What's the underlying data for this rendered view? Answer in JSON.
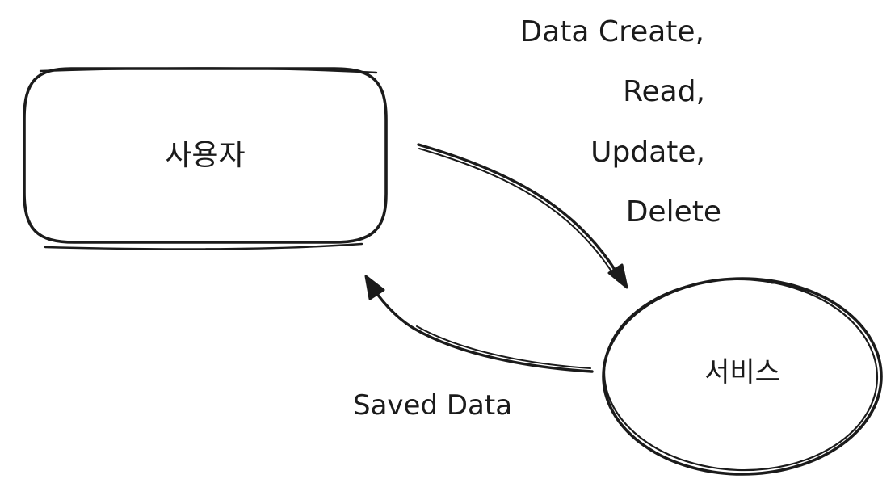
{
  "diagram": {
    "style": "hand-drawn-sketch",
    "background_color": "#ffffff",
    "ink_color": "#1b1b1b",
    "nodes": {
      "user": {
        "shape": "rounded-rectangle",
        "label": "사용자"
      },
      "service": {
        "shape": "ellipse",
        "label": "서비스"
      }
    },
    "edges": {
      "request": {
        "from": "user",
        "to": "service",
        "direction": "curved-down-right",
        "label_lines": [
          "Data Create,",
          "Read,",
          "Update,",
          "Delete"
        ]
      },
      "response": {
        "from": "service",
        "to": "user",
        "direction": "curved-up-left",
        "label": "Saved Data"
      }
    }
  }
}
